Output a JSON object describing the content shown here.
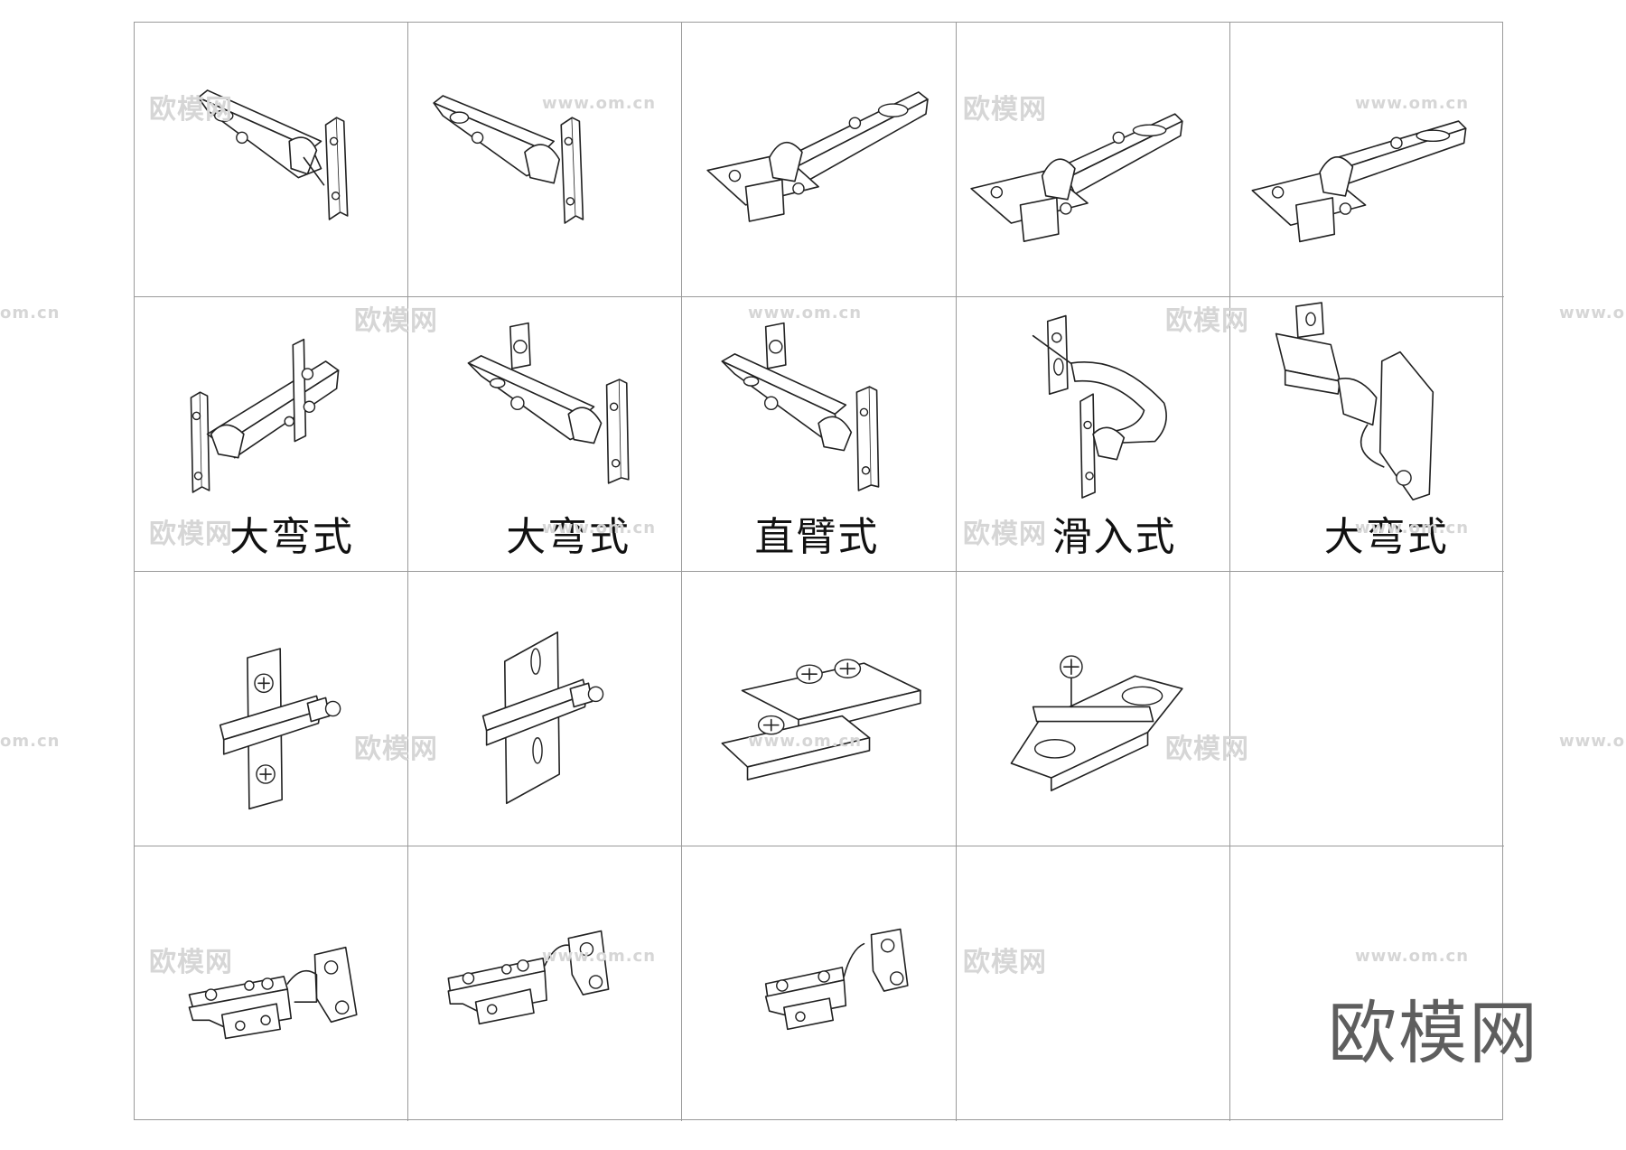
{
  "sheet": {
    "rows": 4,
    "columns": 5,
    "captions": [
      "大弯式",
      "大弯式",
      "直臂式",
      "滑入式",
      "大弯式"
    ]
  },
  "watermarks": {
    "logo_text": "欧模网",
    "url_text": "www.om.cn",
    "url_fragment": "om.cn"
  },
  "cells": [
    {
      "icon": "hinge-straight-icon"
    },
    {
      "icon": "hinge-straight-icon"
    },
    {
      "icon": "concealed-hinge-icon"
    },
    {
      "icon": "concealed-hinge-icon"
    },
    {
      "icon": "concealed-hinge-icon"
    },
    {
      "icon": "hinge-full-bend-icon",
      "caption_index": 0
    },
    {
      "icon": "hinge-full-bend-icon",
      "caption_index": 1
    },
    {
      "icon": "hinge-straight-arm-icon",
      "caption_index": 2
    },
    {
      "icon": "hinge-slide-on-icon",
      "caption_index": 3
    },
    {
      "icon": "hinge-full-bend-icon",
      "caption_index": 4
    },
    {
      "icon": "mounting-plate-icon"
    },
    {
      "icon": "mounting-plate-icon"
    },
    {
      "icon": "mounting-plate-icon"
    },
    {
      "icon": "mounting-plate-icon"
    },
    {
      "icon": "empty"
    },
    {
      "icon": "hinge-side-view-icon"
    },
    {
      "icon": "hinge-side-view-icon"
    },
    {
      "icon": "hinge-side-view-icon"
    },
    {
      "icon": "empty"
    },
    {
      "icon": "empty"
    }
  ]
}
